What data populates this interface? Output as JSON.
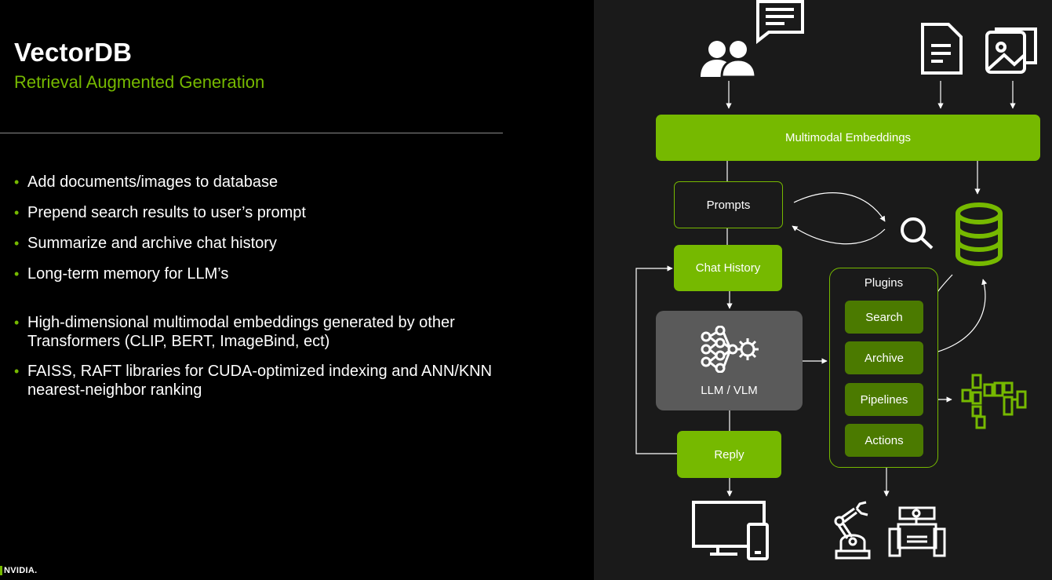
{
  "slide": {
    "title": "VectorDB",
    "subtitle": "Retrieval Augmented Generation",
    "bullets": [
      "Add documents/images to database",
      "Prepend search results to user’s prompt",
      "Summarize and archive chat history",
      "Long-term memory for LLM’s",
      "High-dimensional multimodal embeddings generated by other Transformers (CLIP, BERT, ImageBind, ect)",
      "FAISS, RAFT libraries for CUDA-optimized indexing and ANN/KNN nearest-neighbor ranking"
    ],
    "logo_text": "NVIDIA."
  },
  "diagram": {
    "embeddings_label": "Multimodal Embeddings",
    "prompts_label": "Prompts",
    "chat_history_label": "Chat History",
    "llm_label": "LLM / VLM",
    "reply_label": "Reply",
    "plugins_label": "Plugins",
    "plugins": [
      "Search",
      "Archive",
      "Pipelines",
      "Actions"
    ],
    "icons": [
      "users-icon",
      "chat-bubble-icon",
      "document-icon",
      "image-icon",
      "search-icon",
      "database-icon",
      "neural-network-gear-icon",
      "pipeline-graph-icon",
      "monitor-phone-icon",
      "robot-arm-icon",
      "robot-rover-icon"
    ]
  },
  "colors": {
    "accent": "#76b900",
    "accent_dark": "#4b7a00",
    "panel": "#1a1a1a",
    "llm_box": "#5a5a5a",
    "background": "#000000"
  }
}
